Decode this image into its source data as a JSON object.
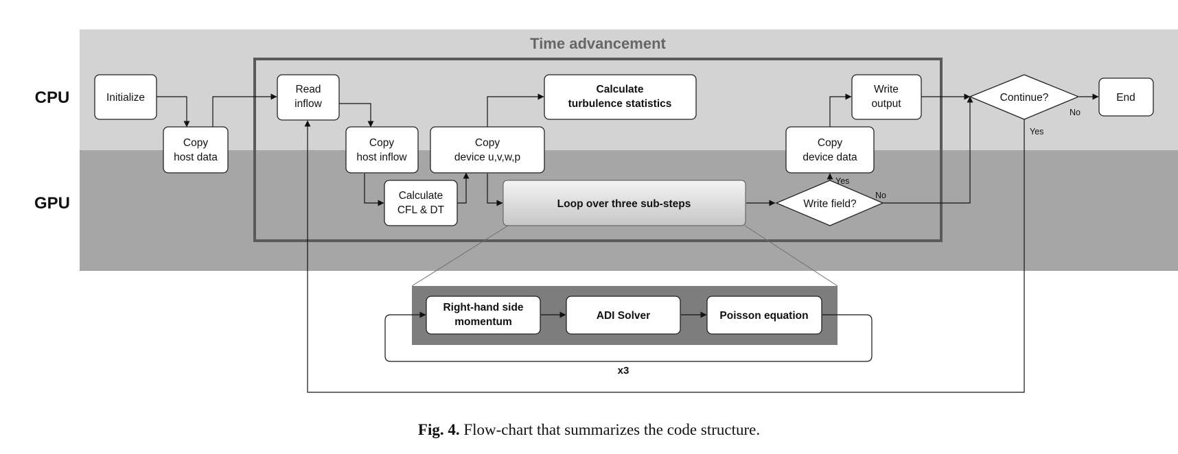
{
  "lanes": {
    "cpu": "CPU",
    "gpu": "GPU"
  },
  "time_advancement_title": "Time advancement",
  "nodes": {
    "initialize": "Initialize",
    "copy_host_data": [
      "Copy",
      "host data"
    ],
    "read_inflow": [
      "Read",
      "inflow"
    ],
    "copy_host_inflow": [
      "Copy",
      "host inflow"
    ],
    "calculate_cfl_dt": [
      "Calculate",
      "CFL & DT"
    ],
    "copy_device_uvwp": [
      "Copy",
      "device u,v,w,p"
    ],
    "turbulence_stats": [
      "Calculate",
      "turbulence statistics"
    ],
    "loop_substeps": "Loop over three sub-steps",
    "write_field": "Write field?",
    "copy_device_data": [
      "Copy",
      "device data"
    ],
    "write_output": [
      "Write",
      "output"
    ],
    "continue": "Continue?",
    "end": "End",
    "rhs_momentum": [
      "Right-hand side",
      "momentum"
    ],
    "adi_solver": "ADI Solver",
    "poisson_equation": "Poisson equation"
  },
  "edge_labels": {
    "write_field_yes": "Yes",
    "write_field_no": "No",
    "continue_no": "No",
    "continue_yes": "Yes",
    "loop_repeat": "x3"
  },
  "caption": {
    "label": "Fig. 4.",
    "text": " Flow-chart that summarizes the code structure."
  },
  "colors": {
    "cpu_lane": "#d3d3d3",
    "gpu_lane": "#a6a6a6",
    "frame": "#5a5a5a",
    "detail_panel": "#7d7d7d"
  }
}
